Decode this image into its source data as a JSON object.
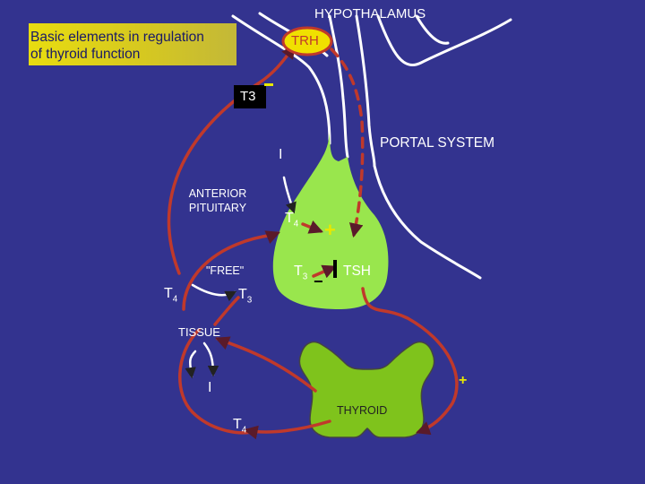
{
  "diagram": {
    "title": "Basic elements in regulation of thyroid function",
    "labels": {
      "hypothalamus": "HYPOTHALAMUS",
      "trh": "TRH",
      "t3_top": "T3",
      "portal_system": "PORTAL SYSTEM",
      "i_upper": "I",
      "anterior_pituitary": "ANTERIOR PITUITARY",
      "t4_pituitary": "T",
      "t4_pituitary_sub": "4",
      "plus_pituitary": "+",
      "free": "\"FREE\"",
      "t3_pituitary": "T",
      "t3_pituitary_sub": "3",
      "minus_pituitary": "−",
      "tsh": "TSH",
      "t4_left": "T",
      "t4_left_sub": "4",
      "t3_free": "T",
      "t3_free_sub": "3",
      "tissue": "TISSUE",
      "i_lower": "I",
      "plus_thyroid": "+",
      "thyroid": "THYROID",
      "t4_bottom": "T",
      "t4_bottom_sub": "4",
      "minus_top": "−"
    },
    "colors": {
      "background": "#33338f",
      "arrow": "#c0392b",
      "hypothalamus_outline": "#ffffff",
      "pituitary": "#99e64d",
      "thyroid": "#7fc31c",
      "trh_badge": "#f0e000",
      "title_box": "#e8dc10",
      "minus_mark": "#e8e800"
    }
  }
}
